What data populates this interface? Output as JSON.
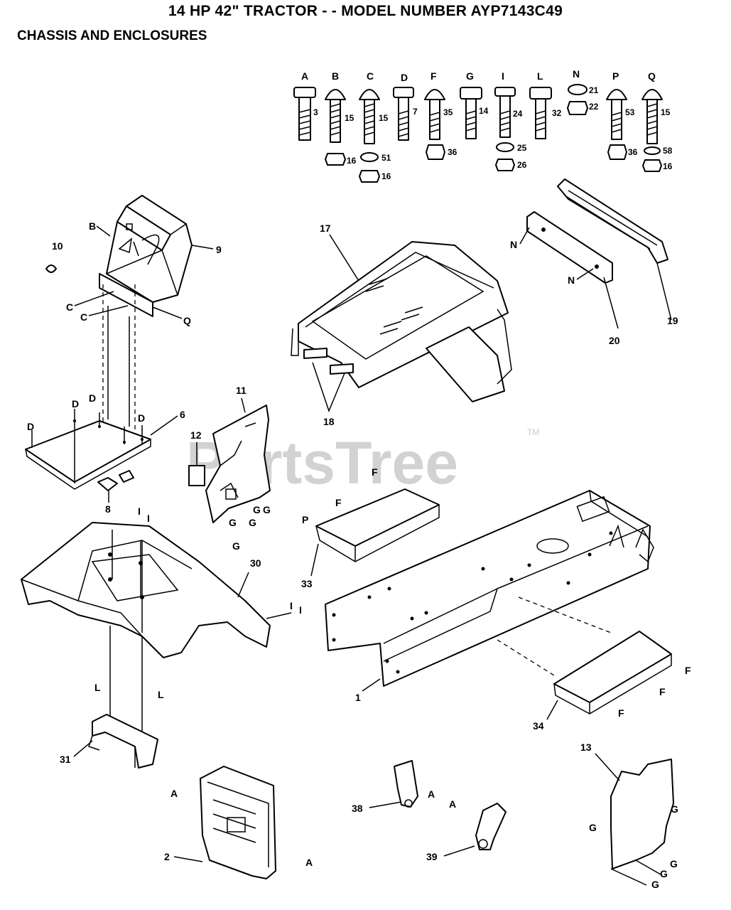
{
  "header": {
    "title": "14 HP 42\" TRACTOR - - MODEL NUMBER AYP7143C49",
    "section": "CHASSIS AND ENCLOSURES"
  },
  "watermark": {
    "text": "PartsTree",
    "tm": "TM"
  },
  "hardware": [
    {
      "letter": "A",
      "parts": [
        "3"
      ]
    },
    {
      "letter": "B",
      "parts": [
        "15",
        "16"
      ]
    },
    {
      "letter": "C",
      "parts": [
        "15",
        "51",
        "16"
      ]
    },
    {
      "letter": "D",
      "parts": [
        "7"
      ]
    },
    {
      "letter": "F",
      "parts": [
        "35",
        "36"
      ]
    },
    {
      "letter": "G",
      "parts": [
        "14"
      ]
    },
    {
      "letter": "I",
      "parts": [
        "24",
        "25",
        "26"
      ]
    },
    {
      "letter": "L",
      "parts": [
        "32"
      ]
    },
    {
      "letter": "N",
      "parts": [
        "21",
        "22"
      ]
    },
    {
      "letter": "P",
      "parts": [
        "53",
        "36"
      ]
    },
    {
      "letter": "Q",
      "parts": [
        "15",
        "58",
        "16"
      ]
    }
  ],
  "callouts": {
    "p1": "1",
    "p2": "2",
    "p6": "6",
    "p8": "8",
    "p9": "9",
    "p10": "10",
    "p11": "11",
    "p12": "12",
    "p13": "13",
    "p17": "17",
    "p18": "18",
    "p19": "19",
    "p20": "20",
    "p30": "30",
    "p31": "31",
    "p33": "33",
    "p34": "34",
    "p38": "38",
    "p39": "39"
  },
  "letters": {
    "A": "A",
    "B": "B",
    "C": "C",
    "D": "D",
    "F": "F",
    "G": "G",
    "I": "I",
    "L": "L",
    "N": "N",
    "P": "P",
    "Q": "Q"
  }
}
